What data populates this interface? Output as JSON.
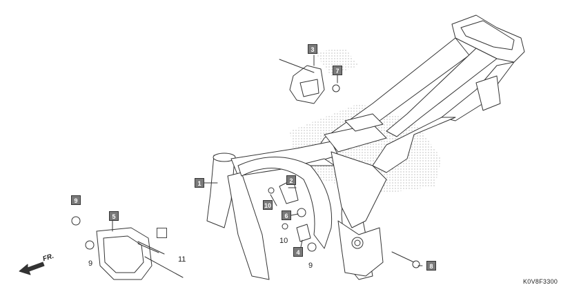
{
  "callouts": {
    "c1": "1",
    "c2": "2",
    "c3": "3",
    "c4": "4",
    "c5": "5",
    "c6": "6",
    "c7": "7",
    "c8": "8",
    "c9": "9",
    "c10": "10"
  },
  "plain_labels": {
    "p9a": "9",
    "p9b": "9",
    "p10": "10",
    "p11": "11"
  },
  "direction_label": "FR.",
  "diagram_code": "K0V8F3300"
}
